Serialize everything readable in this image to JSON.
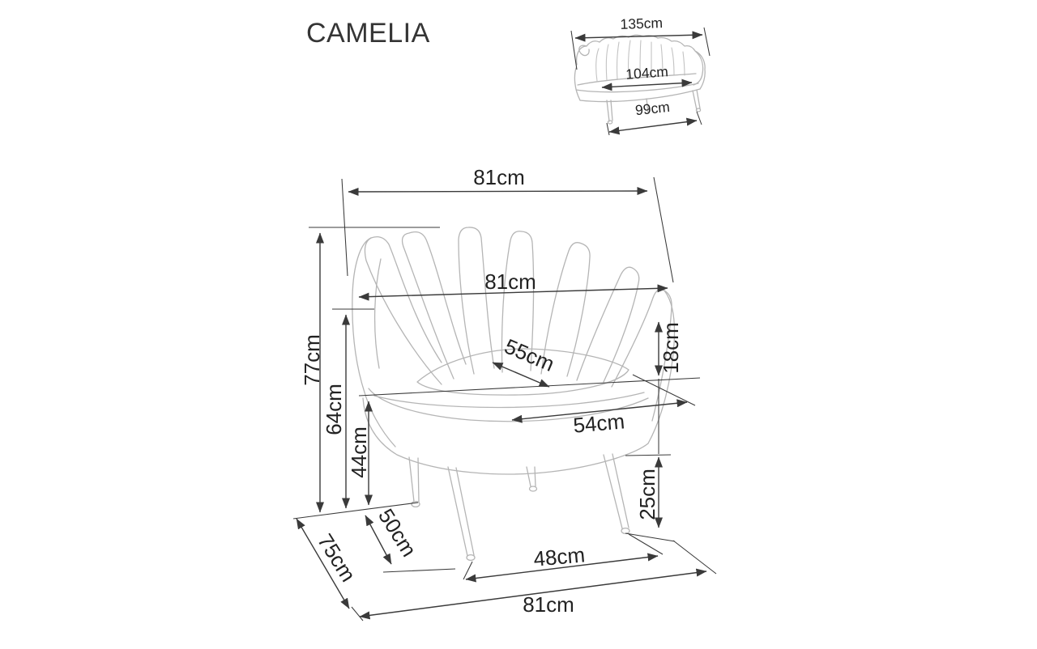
{
  "title": "CAMELIA",
  "colors": {
    "background": "#ffffff",
    "sketch_line": "#b5b5b5",
    "dimension_line": "#3a3a3a",
    "label_text": "#222222"
  },
  "sofa_thumbnail": {
    "overall_width": "135cm",
    "seat_width": "104cm",
    "leg_span": "99cm"
  },
  "chair": {
    "top_width": "81cm",
    "back_width": "81cm",
    "total_height": "77cm",
    "back_height": "64cm",
    "seat_height": "44cm",
    "seat_diagonal": "55cm",
    "seat_width": "54cm",
    "cushion_height": "18cm",
    "leg_height": "25cm",
    "front_leg_span": "48cm",
    "upper_depth": "50cm",
    "base_depth": "75cm",
    "overall_depth": "81cm"
  }
}
